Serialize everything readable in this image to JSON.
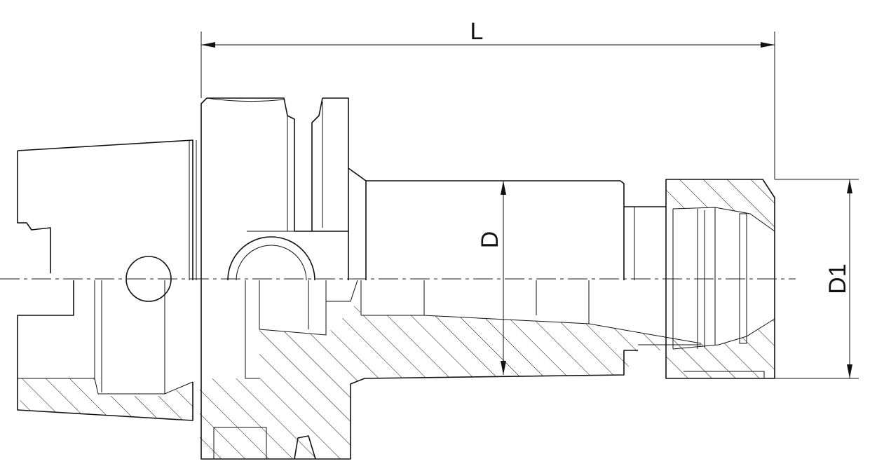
{
  "dimensions": {
    "length": "L",
    "bore": "D",
    "nut_diameter": "D1"
  },
  "colors": {
    "line": "#111111",
    "background": "#ffffff"
  }
}
